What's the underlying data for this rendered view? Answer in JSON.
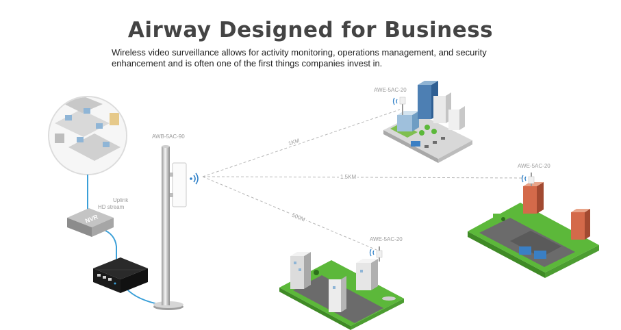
{
  "header": {
    "title": "Airway Designed for Business",
    "subtitle_line1": "Wireless video surveillance allows for activity monitoring, operations management, and security",
    "subtitle_line2": "enhancement and is often one of the first things companies invest in."
  },
  "base": {
    "device_label": "AWB-5AC-90",
    "uplink_label_line1": "Uplink",
    "uplink_label_line2": "HD stream",
    "nvr_label": "NVR"
  },
  "links": [
    {
      "distance": "1KM",
      "device_label": "AWE-5AC-20"
    },
    {
      "distance": "1.5KM",
      "device_label": "AWE-5AC-20"
    },
    {
      "distance": "500M",
      "device_label": "AWE-5AC-20"
    }
  ],
  "colors": {
    "title": "#444444",
    "cable": "#3a9fd8",
    "wifi": "#2f80c8",
    "dashed_line": "#b5b5b5",
    "grass": "#5cb83a"
  },
  "icons": [
    "wifi-signal-icon",
    "monitoring-room-icon",
    "nvr-box-icon",
    "industrial-pc-icon",
    "antenna-pole-icon",
    "building-cluster-icon"
  ]
}
